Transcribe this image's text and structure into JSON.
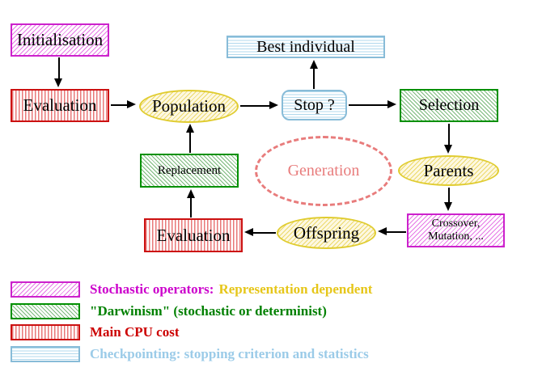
{
  "nodes": {
    "initialisation": {
      "label": "Initialisation"
    },
    "evaluation_top": {
      "label": "Evaluation"
    },
    "population": {
      "label": "Population"
    },
    "stop": {
      "label": "Stop ?"
    },
    "best_individual": {
      "label": "Best individual"
    },
    "selection": {
      "label": "Selection"
    },
    "replacement": {
      "label": "Replacement"
    },
    "parents": {
      "label": "Parents"
    },
    "evaluation_bottom": {
      "label": "Evaluation"
    },
    "offspring": {
      "label": "Offspring"
    },
    "crossover": {
      "line1": "Crossover,",
      "line2": "Mutation, ..."
    },
    "generation": {
      "label": "Generation"
    }
  },
  "legend": {
    "items": [
      {
        "swatch": "magenta-diagonal-hatch",
        "parts": [
          {
            "text": "Stochastic operators:",
            "color": "#cc00cc"
          },
          {
            "text": "Representation dependent",
            "color": "#e6c619"
          }
        ]
      },
      {
        "swatch": "green-diagonal-hatch",
        "parts": [
          {
            "text": "\"Darwinism\" (stochastic or determinist)",
            "color": "#008000"
          }
        ]
      },
      {
        "swatch": "red-vertical-lines",
        "parts": [
          {
            "text": "Main CPU cost",
            "color": "#cc0000"
          }
        ]
      },
      {
        "swatch": "cyan-horizontal-lines",
        "parts": [
          {
            "text": "Checkpointing: stopping criterion and statistics",
            "color": "#9bcbe8"
          }
        ]
      }
    ]
  },
  "colors": {
    "magenta": "#cc22cc",
    "red": "#cc1111",
    "green": "#009000",
    "cyan_border": "#88bcd8",
    "yellow_border": "#e0cc30",
    "salmon": "#e87c7c",
    "text": "#000000",
    "background": "#ffffff"
  }
}
